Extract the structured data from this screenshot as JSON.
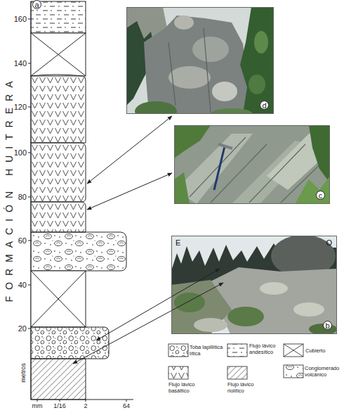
{
  "diagram": {
    "nodes": [
      {
        "text": [
          "d"
        ]
      },
      {
        "text": [
          "c"
        ]
      },
      {
        "text": [
          "E",
          "O",
          "b"
        ]
      }
    ],
    "labels": [
      "a",
      "160",
      "140",
      "120",
      "100",
      "80",
      "60",
      "40",
      "20",
      "metros",
      "FORMACIÓN HUITRERA",
      "mm",
      "1/16",
      "2",
      "64"
    ],
    "legend": [
      {
        "text": "Toba lapillítica lítica"
      },
      {
        "text": "Flujo lávico andesítico"
      },
      {
        "text": "Cubierto"
      },
      {
        "text": "Flujo lávico basáltico"
      },
      {
        "text": "Flujo lávico riolítico"
      },
      {
        "text": "Conglomerado volcánico"
      }
    ]
  }
}
